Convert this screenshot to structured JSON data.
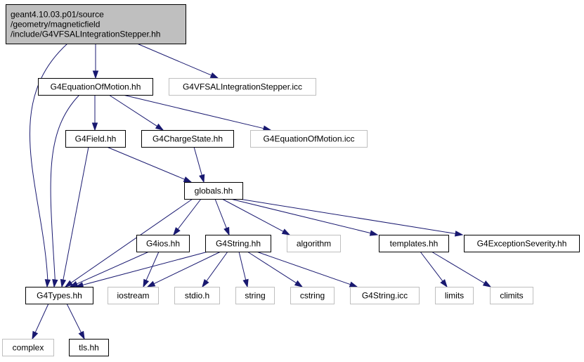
{
  "colors": {
    "edge": "#191970",
    "root_fill": "#bfbfbf",
    "documented_border": "#000000",
    "external_border": "#bfbfbf",
    "node_fill": "#ffffff"
  },
  "nodes": {
    "root": {
      "lines": [
        "geant4.10.03.p01/source",
        "/geometry/magneticfield",
        "/include/G4VFSALIntegrationStepper.hh"
      ],
      "kind": "root"
    },
    "eqofmotion": {
      "lines": [
        "G4EquationOfMotion.hh"
      ],
      "kind": "documented"
    },
    "vfsal_icc": {
      "lines": [
        "G4VFSALIntegrationStepper.icc"
      ],
      "kind": "external"
    },
    "field": {
      "lines": [
        "G4Field.hh"
      ],
      "kind": "documented"
    },
    "chargestate": {
      "lines": [
        "G4ChargeState.hh"
      ],
      "kind": "documented"
    },
    "eqofmotion_icc": {
      "lines": [
        "G4EquationOfMotion.icc"
      ],
      "kind": "external"
    },
    "globals": {
      "lines": [
        "globals.hh"
      ],
      "kind": "documented"
    },
    "g4ios": {
      "lines": [
        "G4ios.hh"
      ],
      "kind": "documented"
    },
    "g4string": {
      "lines": [
        "G4String.hh"
      ],
      "kind": "documented"
    },
    "algorithm": {
      "lines": [
        "algorithm"
      ],
      "kind": "external"
    },
    "templates": {
      "lines": [
        "templates.hh"
      ],
      "kind": "documented"
    },
    "exceptionseverity": {
      "lines": [
        "G4ExceptionSeverity.hh"
      ],
      "kind": "documented"
    },
    "g4types": {
      "lines": [
        "G4Types.hh"
      ],
      "kind": "documented"
    },
    "iostream": {
      "lines": [
        "iostream"
      ],
      "kind": "external"
    },
    "stdio": {
      "lines": [
        "stdio.h"
      ],
      "kind": "external"
    },
    "string": {
      "lines": [
        "string"
      ],
      "kind": "external"
    },
    "cstring": {
      "lines": [
        "cstring"
      ],
      "kind": "external"
    },
    "g4string_icc": {
      "lines": [
        "G4String.icc"
      ],
      "kind": "external"
    },
    "limits": {
      "lines": [
        "limits"
      ],
      "kind": "external"
    },
    "climits": {
      "lines": [
        "climits"
      ],
      "kind": "external"
    },
    "complex": {
      "lines": [
        "complex"
      ],
      "kind": "external"
    },
    "tls": {
      "lines": [
        "tls.hh"
      ],
      "kind": "documented"
    }
  },
  "edges": [
    [
      "root",
      "eqofmotion"
    ],
    [
      "root",
      "vfsal_icc"
    ],
    [
      "root",
      "g4types"
    ],
    [
      "eqofmotion",
      "field"
    ],
    [
      "eqofmotion",
      "chargestate"
    ],
    [
      "eqofmotion",
      "eqofmotion_icc"
    ],
    [
      "eqofmotion",
      "g4types"
    ],
    [
      "field",
      "globals"
    ],
    [
      "field",
      "g4types"
    ],
    [
      "chargestate",
      "globals"
    ],
    [
      "globals",
      "g4types"
    ],
    [
      "globals",
      "g4ios"
    ],
    [
      "globals",
      "g4string"
    ],
    [
      "globals",
      "algorithm"
    ],
    [
      "globals",
      "templates"
    ],
    [
      "globals",
      "exceptionseverity"
    ],
    [
      "g4ios",
      "g4types"
    ],
    [
      "g4ios",
      "iostream"
    ],
    [
      "g4string",
      "g4types"
    ],
    [
      "g4string",
      "iostream"
    ],
    [
      "g4string",
      "stdio"
    ],
    [
      "g4string",
      "string"
    ],
    [
      "g4string",
      "cstring"
    ],
    [
      "g4string",
      "g4string_icc"
    ],
    [
      "templates",
      "limits"
    ],
    [
      "templates",
      "climits"
    ],
    [
      "g4types",
      "complex"
    ],
    [
      "g4types",
      "tls"
    ]
  ]
}
